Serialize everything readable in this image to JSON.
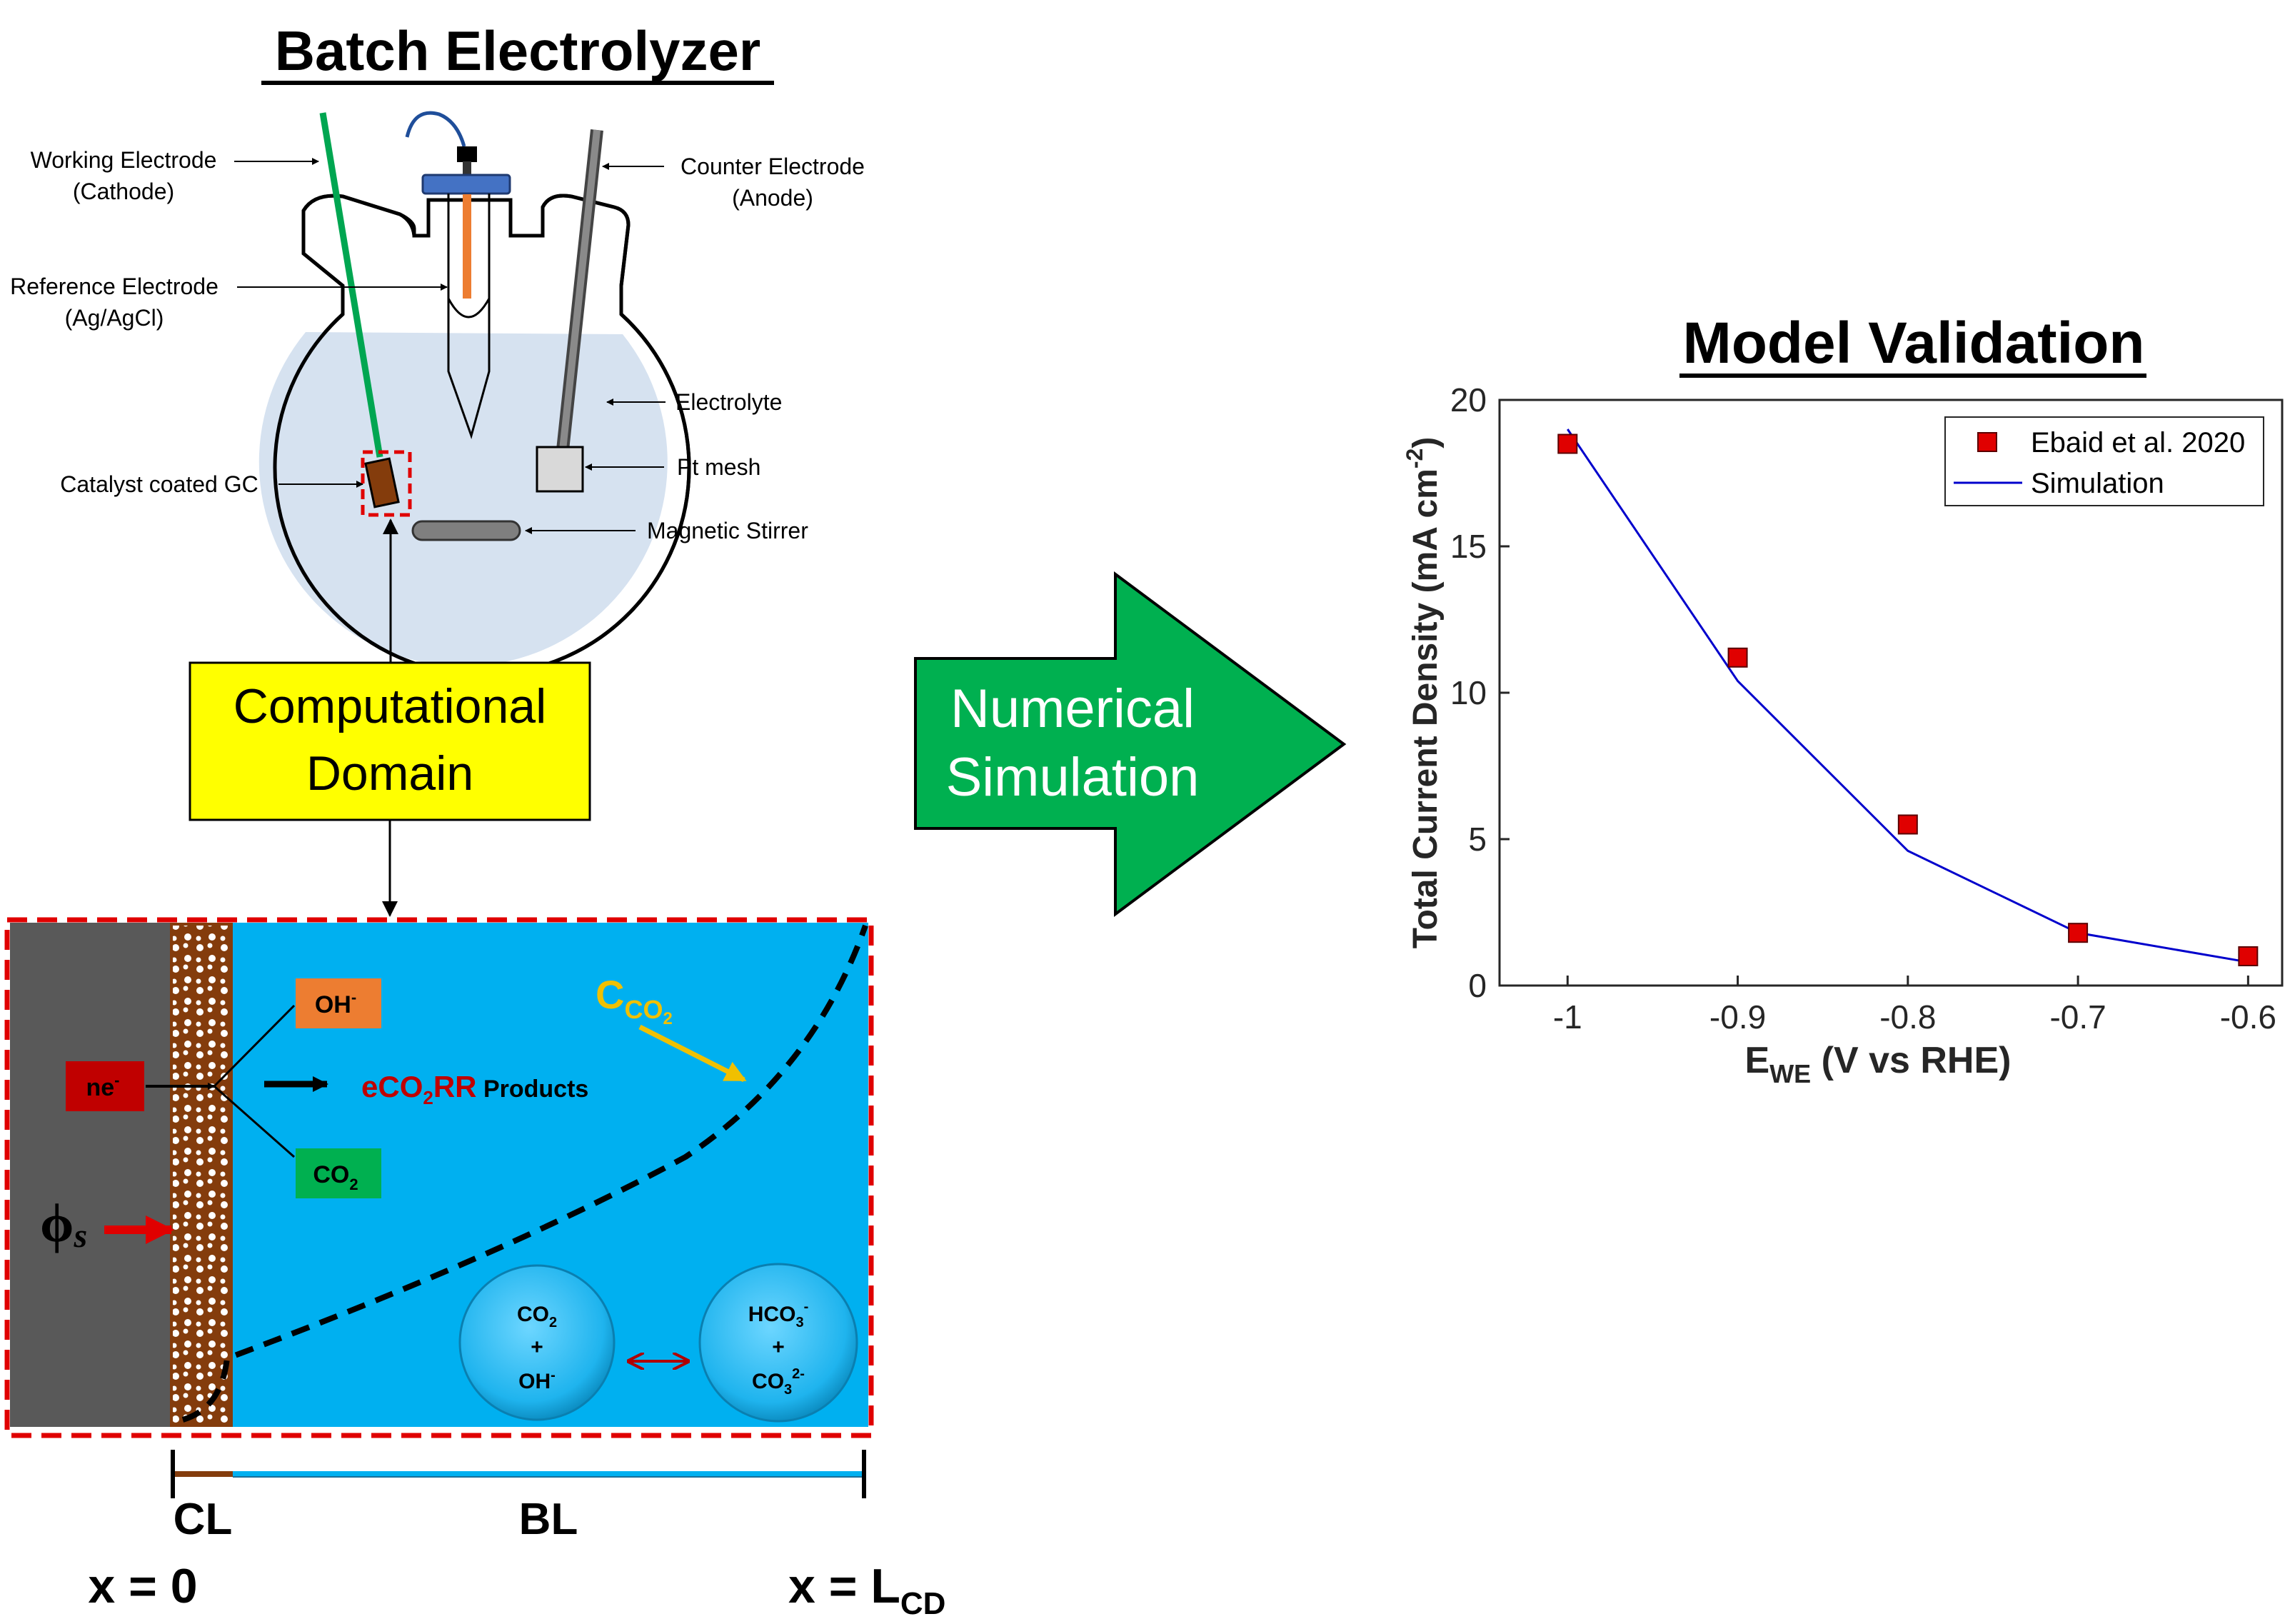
{
  "electrolyzer": {
    "title": "Batch Electrolyzer",
    "labels": {
      "working_electrode": "Working  Electrode",
      "working_electrode_sub": "(Cathode)",
      "reference_electrode": "Reference Electrode",
      "reference_electrode_sub": "(Ag/AgCl)",
      "catalyst": "Catalyst coated GC",
      "counter_electrode": "Counter Electrode",
      "counter_electrode_sub": "(Anode)",
      "electrolyte": "Electrolyte",
      "pt_mesh": "Pt mesh",
      "magnetic_stirrer": "Magnetic Stirrer"
    }
  },
  "computational_domain": {
    "line1": "Computational",
    "line2": "Domain"
  },
  "domain_diagram": {
    "oh_label": "OH",
    "oh_charge": "-",
    "co2_label": "CO",
    "co2_sub": "2",
    "ne_label": "ne",
    "ne_charge": "-",
    "products_prefix": "eCO",
    "products_sub": "2",
    "products_rr": "RR",
    "products_word": " Products",
    "c_label": "C",
    "c_sub": "CO",
    "c_subsub": "2",
    "phi_label": "ϕ",
    "phi_sub": "s",
    "bubble_left": {
      "l1": "CO",
      "l1_sub": "2",
      "l2": "+",
      "l3": "OH",
      "l3_sup": "-"
    },
    "bubble_right": {
      "l1": "HCO",
      "l1_sub": "3",
      "l1_sup": "-",
      "l2": "+",
      "l3": "CO",
      "l3_sub": "3",
      "l3_sup": "2-"
    },
    "cl": "CL",
    "bl": "BL",
    "x0": "x = 0",
    "xl": "x = L",
    "xl_sub": "CD"
  },
  "arrow": {
    "line1": "Numerical",
    "line2": "Simulation"
  },
  "validation": {
    "title": "Model Validation"
  },
  "chart_data": {
    "type": "scatter",
    "title": "",
    "xlabel": "E",
    "xlabel_sub": "WE",
    "xlabel_rest": " (V vs RHE)",
    "ylabel": "Total Current Density (mA cm",
    "ylabel_sup": "-2",
    "ylabel_end": ")",
    "xlim": [
      -1.04,
      -0.58
    ],
    "ylim": [
      0,
      20
    ],
    "x_ticks": [
      -1,
      -0.9,
      -0.8,
      -0.7,
      -0.6
    ],
    "x_tick_labels": [
      "-1",
      "-0.9",
      "-0.8",
      "-0.7",
      "-0.6"
    ],
    "y_ticks": [
      0,
      5,
      10,
      15,
      20
    ],
    "y_tick_labels": [
      "0",
      "5",
      "10",
      "15",
      "20"
    ],
    "grid": false,
    "legend_position": "top-right",
    "series": [
      {
        "name": "Ebaid et al. 2020",
        "kind": "markers",
        "color": "#e00000",
        "x": [
          -1.0,
          -0.9,
          -0.8,
          -0.7,
          -0.6
        ],
        "y": [
          18.5,
          11.2,
          5.5,
          1.8,
          1.0
        ]
      },
      {
        "name": "Simulation",
        "kind": "line",
        "color": "#0000cc",
        "x": [
          -1.0,
          -0.9,
          -0.8,
          -0.7,
          -0.6
        ],
        "y": [
          19.0,
          10.4,
          4.6,
          1.8,
          0.8
        ]
      }
    ]
  },
  "colors": {
    "green_arrow": "#00b050",
    "yellow_box": "#ffff00",
    "blue_domain": "#00b0f0",
    "brown_cl": "#843c0c",
    "gray_electrode": "#595959",
    "red_dash": "#e00000",
    "oh_box": "#ed7d31",
    "co2_box": "#00b050",
    "ne_box": "#c00000"
  }
}
